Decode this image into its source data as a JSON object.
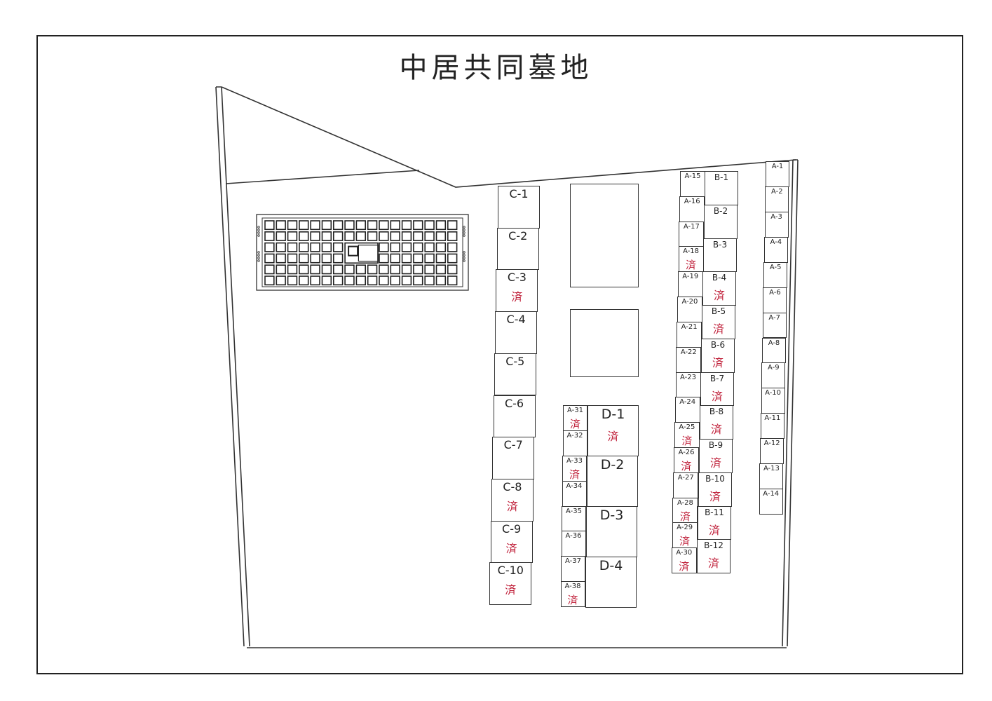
{
  "title": "中居共同墓地",
  "status_done": "済",
  "colors": {
    "line": "#333333",
    "status": "#c0203a"
  },
  "sections": {
    "C": [
      {
        "label": "C-1",
        "status": ""
      },
      {
        "label": "C-2",
        "status": ""
      },
      {
        "label": "C-3",
        "status": "済"
      },
      {
        "label": "C-4",
        "status": ""
      },
      {
        "label": "C-5",
        "status": ""
      },
      {
        "label": "C-6",
        "status": ""
      },
      {
        "label": "C-7",
        "status": ""
      },
      {
        "label": "C-8",
        "status": "済"
      },
      {
        "label": "C-9",
        "status": "済"
      },
      {
        "label": "C-10",
        "status": "済"
      }
    ],
    "A_31_38": [
      {
        "label": "A-31",
        "status": "済"
      },
      {
        "label": "A-32",
        "status": ""
      },
      {
        "label": "A-33",
        "status": "済"
      },
      {
        "label": "A-34",
        "status": ""
      },
      {
        "label": "A-35",
        "status": ""
      },
      {
        "label": "A-36",
        "status": ""
      },
      {
        "label": "A-37",
        "status": ""
      },
      {
        "label": "A-38",
        "status": "済"
      }
    ],
    "D": [
      {
        "label": "D-1",
        "status": "済"
      },
      {
        "label": "D-2",
        "status": ""
      },
      {
        "label": "D-3",
        "status": ""
      },
      {
        "label": "D-4",
        "status": ""
      }
    ],
    "A_15_30": [
      {
        "label": "A-15",
        "status": ""
      },
      {
        "label": "A-16",
        "status": ""
      },
      {
        "label": "A-17",
        "status": ""
      },
      {
        "label": "A-18",
        "status": "済"
      },
      {
        "label": "A-19",
        "status": ""
      },
      {
        "label": "A-20",
        "status": ""
      },
      {
        "label": "A-21",
        "status": ""
      },
      {
        "label": "A-22",
        "status": ""
      },
      {
        "label": "A-23",
        "status": ""
      },
      {
        "label": "A-24",
        "status": ""
      },
      {
        "label": "A-25",
        "status": "済"
      },
      {
        "label": "A-26",
        "status": "済"
      },
      {
        "label": "A-27",
        "status": ""
      },
      {
        "label": "A-28",
        "status": "済"
      },
      {
        "label": "A-29",
        "status": "済"
      },
      {
        "label": "A-30",
        "status": "済"
      }
    ],
    "B": [
      {
        "label": "B-1",
        "status": ""
      },
      {
        "label": "B-2",
        "status": ""
      },
      {
        "label": "B-3",
        "status": ""
      },
      {
        "label": "B-4",
        "status": "済"
      },
      {
        "label": "B-5",
        "status": "済"
      },
      {
        "label": "B-6",
        "status": "済"
      },
      {
        "label": "B-7",
        "status": "済"
      },
      {
        "label": "B-8",
        "status": "済"
      },
      {
        "label": "B-9",
        "status": "済"
      },
      {
        "label": "B-10",
        "status": "済"
      },
      {
        "label": "B-11",
        "status": "済"
      },
      {
        "label": "B-12",
        "status": "済"
      }
    ],
    "A_1_14": [
      {
        "label": "A-1",
        "status": ""
      },
      {
        "label": "A-2",
        "status": ""
      },
      {
        "label": "A-3",
        "status": ""
      },
      {
        "label": "A-4",
        "status": ""
      },
      {
        "label": "A-5",
        "status": ""
      },
      {
        "label": "A-6",
        "status": ""
      },
      {
        "label": "A-7",
        "status": ""
      },
      {
        "label": "A-8",
        "status": ""
      },
      {
        "label": "A-9",
        "status": ""
      },
      {
        "label": "A-10",
        "status": ""
      },
      {
        "label": "A-11",
        "status": ""
      },
      {
        "label": "A-12",
        "status": ""
      },
      {
        "label": "A-13",
        "status": ""
      },
      {
        "label": "A-14",
        "status": ""
      }
    ]
  }
}
